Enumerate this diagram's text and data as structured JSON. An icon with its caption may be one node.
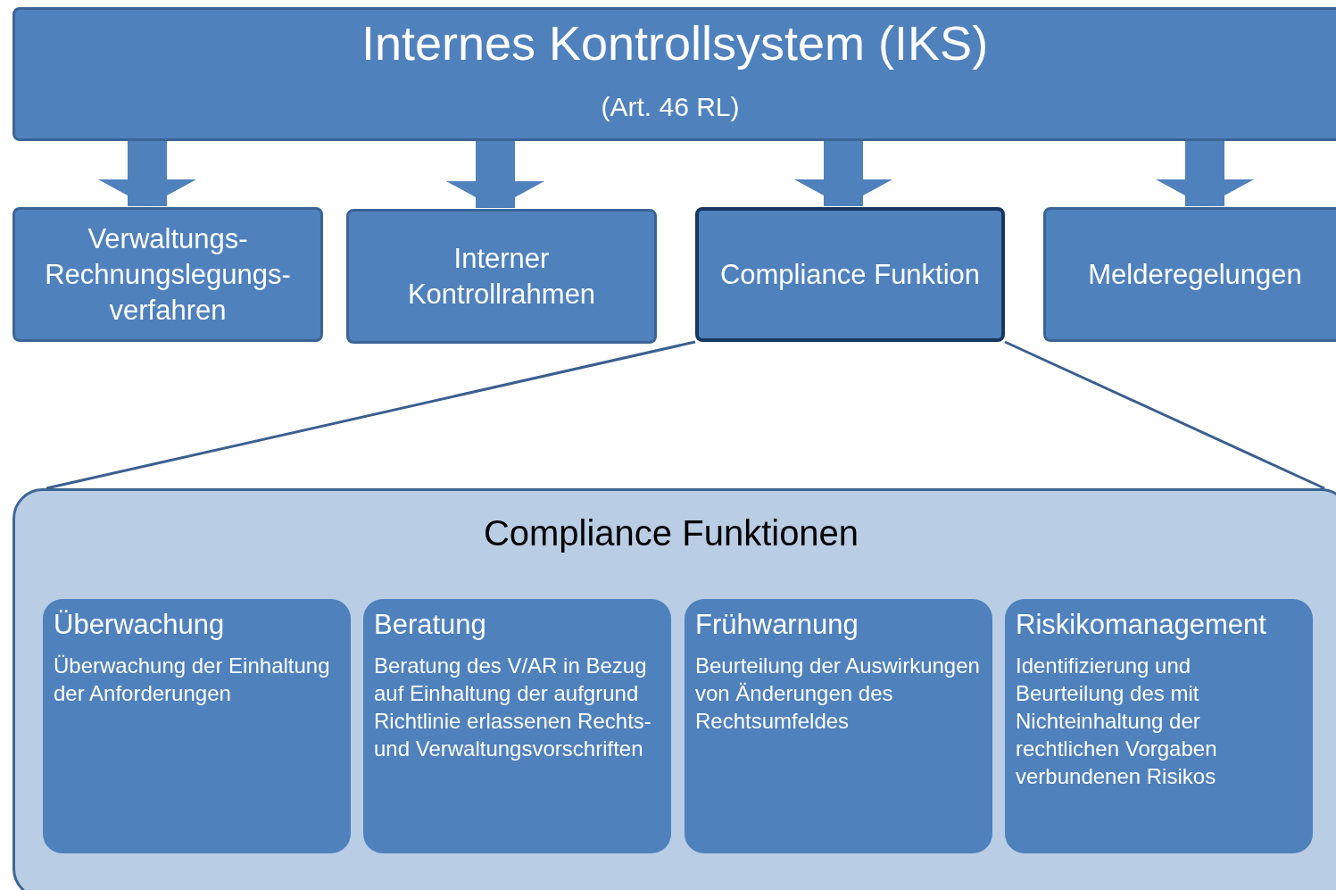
{
  "diagram": {
    "nodes": [
      {
        "text": [
          "Internes Kontrollsystem (IKS)",
          "(Art. 46 RL)"
        ]
      },
      {
        "text": [
          "Verwaltungs- Rechnungslegungs- verfahren"
        ]
      },
      {
        "text": [
          "Interner Kontrollrahmen"
        ]
      },
      {
        "text": [
          "Compliance Funktion"
        ]
      },
      {
        "text": [
          "Melderegelungen"
        ]
      },
      {
        "text": [
          "Compliance Funktionen"
        ]
      },
      {
        "text": [
          "Überwachung",
          "Überwachung der Einhaltung der Anforderungen"
        ],
        "in": 5
      },
      {
        "text": [
          "Beratung",
          "Beratung des V/AR in Bezug auf Einhaltung der aufgrund Richtlinie erlassenen Rechts- und Verwaltungsvorschriften"
        ],
        "in": 5
      },
      {
        "text": [
          "Frühwarnung",
          "Beurteilung der Auswirkungen von Änderungen des Rechtsumfeldes"
        ],
        "in": 5
      },
      {
        "text": [
          "Riskikomanagement",
          "Identifizierung und Beurteilung des mit Nichteinhaltung der rechtlichen Vorgaben verbundenen Risikos"
        ],
        "in": 5
      }
    ],
    "edges": [
      {
        "from": 0,
        "to": 1,
        "arrow": "to"
      },
      {
        "from": 0,
        "to": 2,
        "arrow": "to"
      },
      {
        "from": 0,
        "to": 3,
        "arrow": "to"
      },
      {
        "from": 0,
        "to": 4,
        "arrow": "to"
      },
      {
        "from": 3,
        "to": 5,
        "arrow": "none",
        "color": "#3a5f8f"
      },
      {
        "from": 3,
        "to": 5,
        "arrow": "none",
        "color": "#3a5f8f"
      }
    ]
  }
}
